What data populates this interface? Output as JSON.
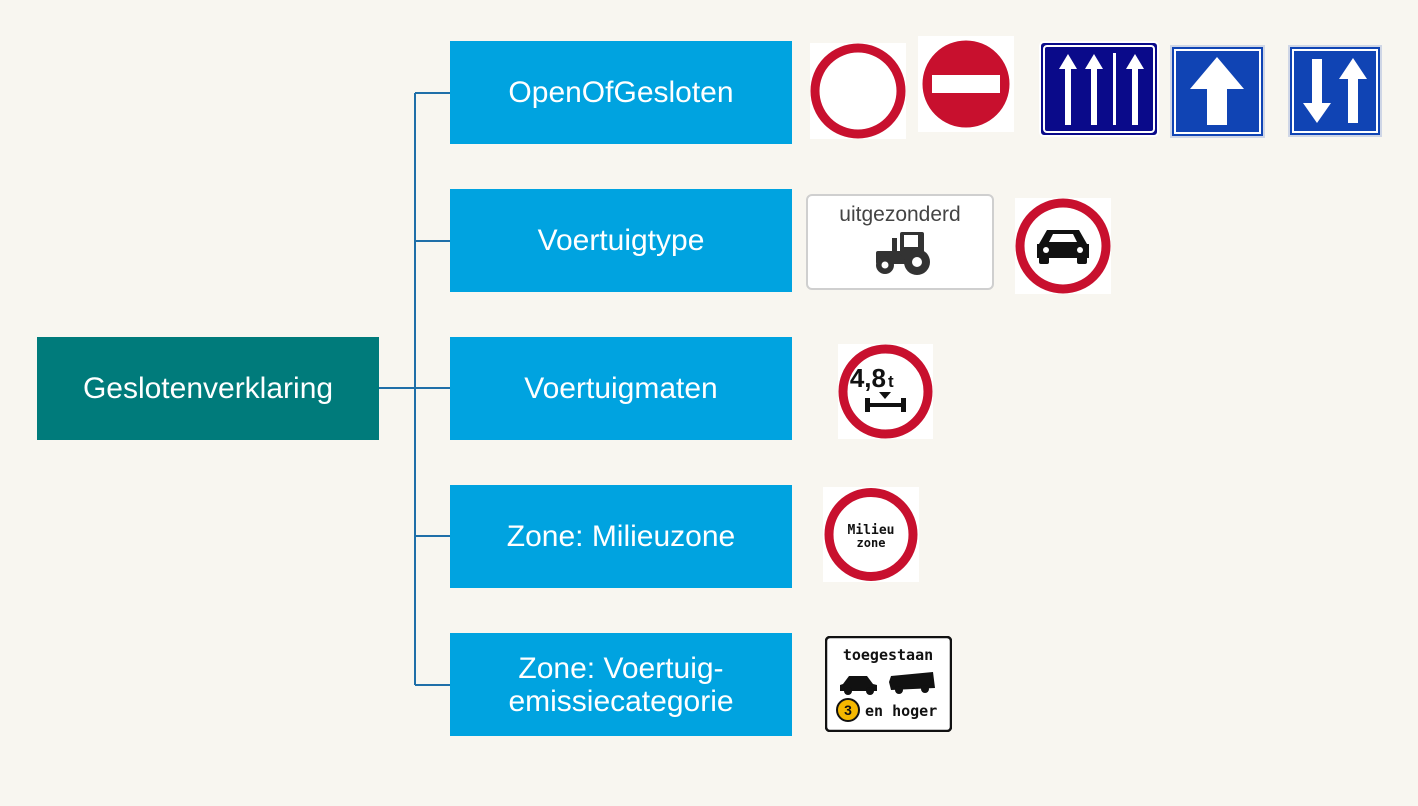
{
  "root": {
    "label": "Geslotenverklaring"
  },
  "categories": [
    {
      "label": "OpenOfGesloten",
      "signs": [
        "closed-road-sign-icon",
        "no-entry-sign-icon",
        "three-lanes-ahead-sign-icon",
        "one-way-arrow-sign-icon",
        "two-way-traffic-sign-icon"
      ]
    },
    {
      "label": "Voertuigtype",
      "signs": [
        "exception-tractor-sign-icon",
        "no-cars-sign-icon"
      ]
    },
    {
      "label": "Voertuigmaten",
      "signs": [
        "axle-load-limit-sign-icon"
      ]
    },
    {
      "label": "Zone: Milieuzone",
      "signs": [
        "environmental-zone-sign-icon"
      ]
    },
    {
      "label": "Zone: Voertuig-\nemissiecategorie",
      "signs": [
        "emission-category-sign-icon"
      ]
    }
  ],
  "sign_text": {
    "uitgezonderd": "uitgezonderd",
    "axle_limit_main": "4,8",
    "axle_limit_unit": "t",
    "milieu_line1": "Milieu",
    "milieu_line2": "zone",
    "toegestaan": "toegestaan",
    "emission_number": "3",
    "en_hoger": "en hoger"
  },
  "colors": {
    "root_bg": "#007b7b",
    "child_bg": "#00a3e0",
    "connector": "#1f6fa8",
    "sign_red": "#c8102e",
    "sign_blue": "#1044b4",
    "sign_navy": "#0a0a8a",
    "emission_yellow": "#f5b800"
  }
}
